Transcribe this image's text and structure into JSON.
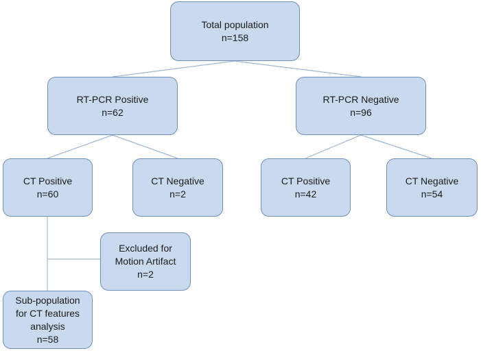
{
  "nodes": {
    "total": {
      "line1": "Total population",
      "line2": "n=158"
    },
    "rtpcr_positive": {
      "line1": "RT-PCR Positive",
      "line2": "n=62"
    },
    "rtpcr_negative": {
      "line1": "RT-PCR Negative",
      "line2": "n=96"
    },
    "ct_positive_a": {
      "line1": "CT Positive",
      "line2": "n=60"
    },
    "ct_negative_a": {
      "line1": "CT Negative",
      "line2": "n=2"
    },
    "ct_positive_b": {
      "line1": "CT Positive",
      "line2": "n=42"
    },
    "ct_negative_b": {
      "line1": "CT Negative",
      "line2": "n=54"
    },
    "excluded": {
      "line1": "Excluded for",
      "line2": "Motion Artifact",
      "line3": "n=2"
    },
    "subpopulation": {
      "line1": "Sub-population",
      "line2": "for CT features",
      "line3": "analysis",
      "line4": "n=58"
    }
  },
  "colors": {
    "node_fill": "#c9d9ee",
    "node_border": "#6f8fb8",
    "connector": "#9fb6d6"
  }
}
